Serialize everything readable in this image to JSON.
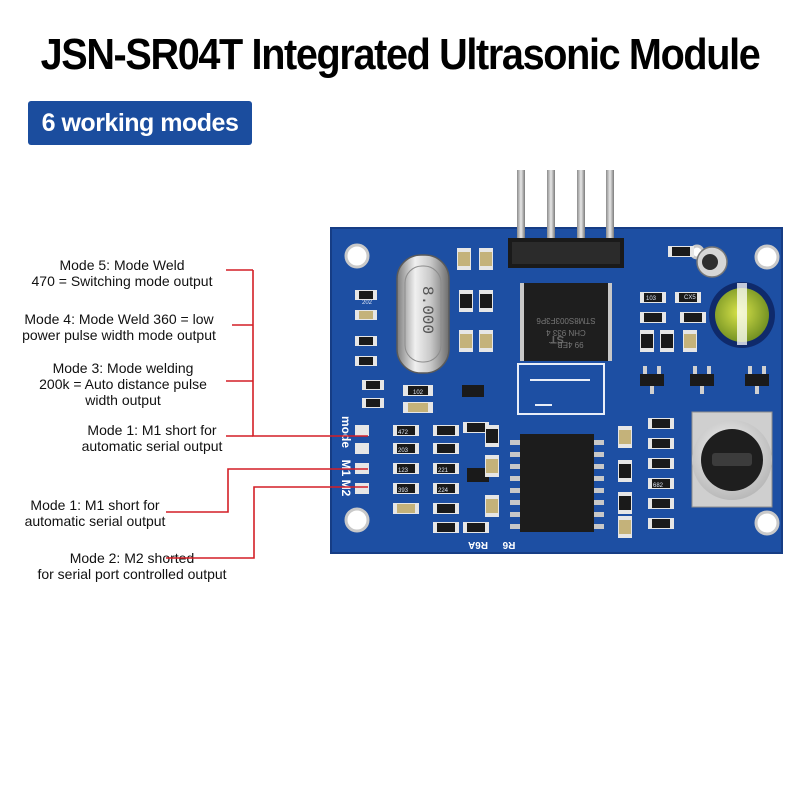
{
  "title": "JSN-SR04T Integrated Ultrasonic Module",
  "badge": "6 working modes",
  "annotations": [
    {
      "line1": "Mode 5: Mode Weld",
      "line2": "470 = Switching mode output",
      "line3": ""
    },
    {
      "line1": "Mode 4: Mode Weld 360 = low",
      "line2": "power pulse width mode output",
      "line3": ""
    },
    {
      "line1": "Mode 3: Mode welding",
      "line2": "200k = Auto distance pulse",
      "line3": "width output"
    },
    {
      "line1": "Mode 1: M1 short for",
      "line2": "automatic serial output",
      "line3": ""
    },
    {
      "line1": "Mode 1: M1 short for",
      "line2": "automatic serial output",
      "line3": ""
    },
    {
      "line1": "Mode 2: M2 shorted",
      "line2": "for serial port controlled output",
      "line3": ""
    }
  ],
  "board_text": {
    "mode": "mode",
    "m1m2": "M1 M2",
    "crystal": "8.000",
    "r6a": "R6A",
    "r6": "R6",
    "r202": "202",
    "r102": "102",
    "r472": "472",
    "r103": "103",
    "r203": "203",
    "r221": "221",
    "r123": "123",
    "r682": "682",
    "r393": "393",
    "r224": "224",
    "chip_brand": "ST",
    "chip_line1": "STM8S003F3P6",
    "chip_line2": "CHN 933 4",
    "chip_line3": "99 4EB ...",
    "cx5": "CX5"
  },
  "colors": {
    "pcb": "#1d4fa3",
    "pcb_dark": "#163d85",
    "leader": "#d31f26",
    "badge": "#1b4d9e"
  }
}
